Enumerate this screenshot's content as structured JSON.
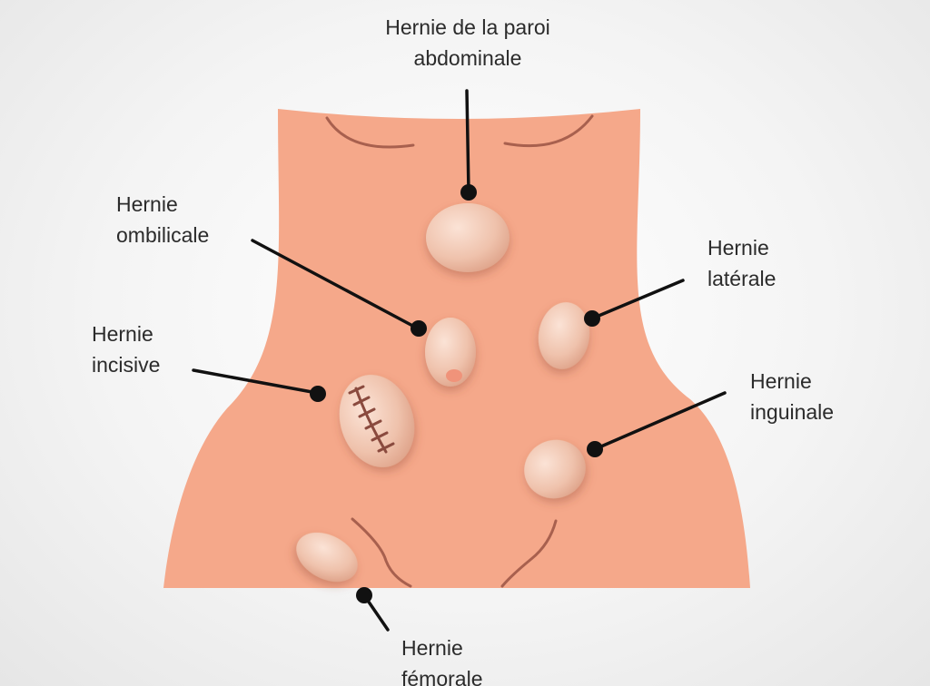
{
  "colors": {
    "skin": "#f5a88a",
    "skin_line": "#a8604e",
    "hernia": "#f1c7b2",
    "leader": "#111111",
    "text": "#2b2b2b",
    "navel_dot": "#f0937a"
  },
  "labels": {
    "abdominal_wall": {
      "line1": "Hernie de la paroi",
      "line2": "abdominale"
    },
    "umbilical": {
      "line1": "Hernie",
      "line2": "ombilicale"
    },
    "lateral": {
      "line1": "Hernie",
      "line2": "latérale"
    },
    "incisional": {
      "line1": "Hernie",
      "line2": "incisive"
    },
    "inguinal": {
      "line1": "Hernie",
      "line2": "inguinale"
    },
    "femoral": {
      "line1": "Hernie",
      "line2": "fémorale"
    }
  }
}
